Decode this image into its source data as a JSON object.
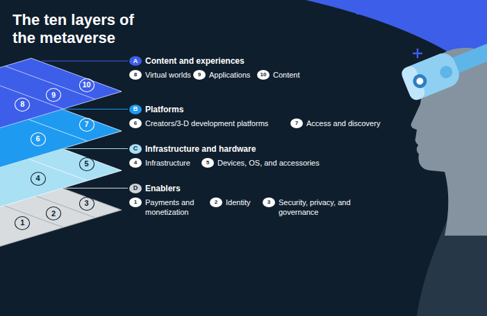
{
  "diagram": {
    "title": "The ten layers of the metaverse",
    "nodes": [
      {
        "text": [
          "A",
          "Content and experiences"
        ]
      },
      {
        "text": [
          "8",
          "Virtual worlds"
        ]
      },
      {
        "text": [
          "9",
          "Applications"
        ]
      },
      {
        "text": [
          "10",
          "Content"
        ]
      },
      {
        "text": [
          "B",
          "Platforms"
        ]
      },
      {
        "text": [
          "6",
          "Creators/3-D development platforms"
        ]
      },
      {
        "text": [
          "7",
          "Access and discovery"
        ]
      },
      {
        "text": [
          "C",
          "Infrastructure and hardware"
        ]
      },
      {
        "text": [
          "4",
          "Infrastructure"
        ]
      },
      {
        "text": [
          "5",
          "Devices, OS, and accessories"
        ]
      },
      {
        "text": [
          "D",
          "Enablers"
        ]
      },
      {
        "text": [
          "1",
          "Payments and monetization"
        ]
      },
      {
        "text": [
          "2",
          "Identity"
        ]
      },
      {
        "text": [
          "3",
          "Security, privacy, and governance"
        ]
      },
      {
        "text": [
          "10"
        ]
      },
      {
        "text": [
          "9"
        ]
      },
      {
        "text": [
          "8"
        ]
      },
      {
        "text": [
          "7"
        ]
      },
      {
        "text": [
          "6"
        ]
      },
      {
        "text": [
          "5"
        ]
      },
      {
        "text": [
          "4"
        ]
      },
      {
        "text": [
          "3"
        ]
      },
      {
        "text": [
          "2"
        ]
      },
      {
        "text": [
          "1"
        ]
      }
    ]
  }
}
